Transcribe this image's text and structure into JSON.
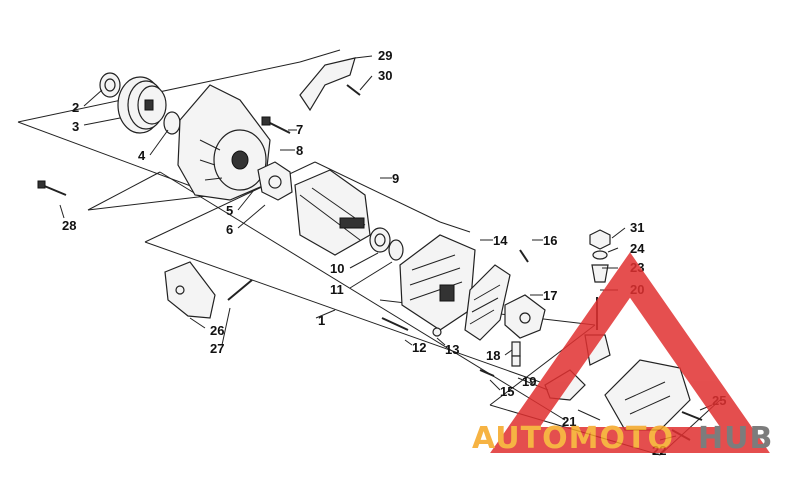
{
  "diagram": {
    "callouts": [
      "1",
      "2",
      "3",
      "4",
      "5",
      "6",
      "7",
      "8",
      "9",
      "10",
      "11",
      "12",
      "13",
      "14",
      "15",
      "16",
      "17",
      "18",
      "19",
      "20",
      "21",
      "22",
      "23",
      "24",
      "25",
      "26",
      "27",
      "28",
      "29",
      "30",
      "31"
    ]
  },
  "watermark": {
    "part1": "AUTOMOTO",
    "part2": "HUB",
    "colors": {
      "orange": "#f5a623",
      "gray": "#666666",
      "red": "#e03030"
    }
  }
}
